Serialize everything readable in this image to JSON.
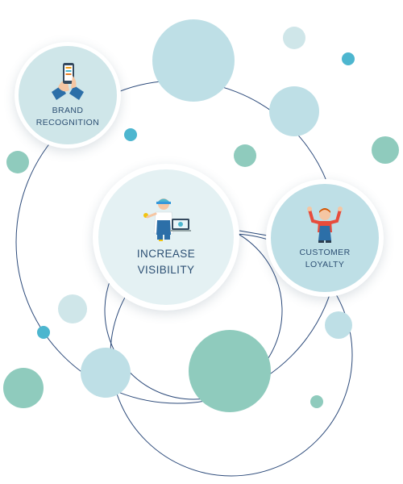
{
  "nodes": {
    "brand": {
      "line1": "BRAND",
      "line2": "RECOGNITION"
    },
    "increase": {
      "line1": "INCREASE",
      "line2": "VISIBILITY"
    },
    "customer": {
      "line1": "CUSTOMER",
      "line2": "LOYALTY"
    }
  },
  "colors": {
    "light_blue": "#bedfe6",
    "pale_blue": "#cfe6e9",
    "teal": "#8fcbbd",
    "accent_blue": "#4db6cf",
    "line": "#2c4a7a",
    "label": "#2c4f73"
  },
  "icons": [
    "smartphone-hands-icon",
    "worker-laptop-icon",
    "cheering-worker-icon"
  ]
}
